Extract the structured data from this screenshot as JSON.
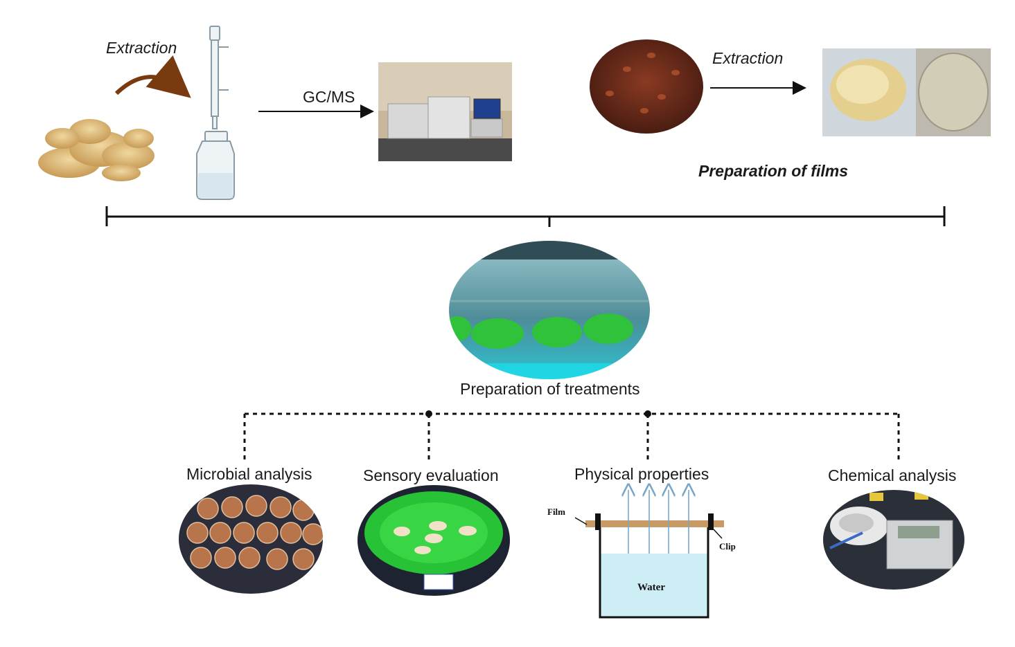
{
  "top_left": {
    "extraction_label": "Extraction",
    "gcms_label": "GC/MS"
  },
  "top_right": {
    "extraction_label": "Extraction",
    "films_label": "Preparation of films"
  },
  "center": {
    "treatments_label": "Preparation of treatments"
  },
  "analyses": [
    {
      "label": "Microbial analysis"
    },
    {
      "label": "Sensory evaluation"
    },
    {
      "label": "Physical properties"
    },
    {
      "label": "Chemical analysis"
    }
  ],
  "physical_diagram": {
    "film_label": "Film",
    "clip_label": "Clip",
    "water_label": "Water",
    "water_color": "#cdeef5"
  }
}
